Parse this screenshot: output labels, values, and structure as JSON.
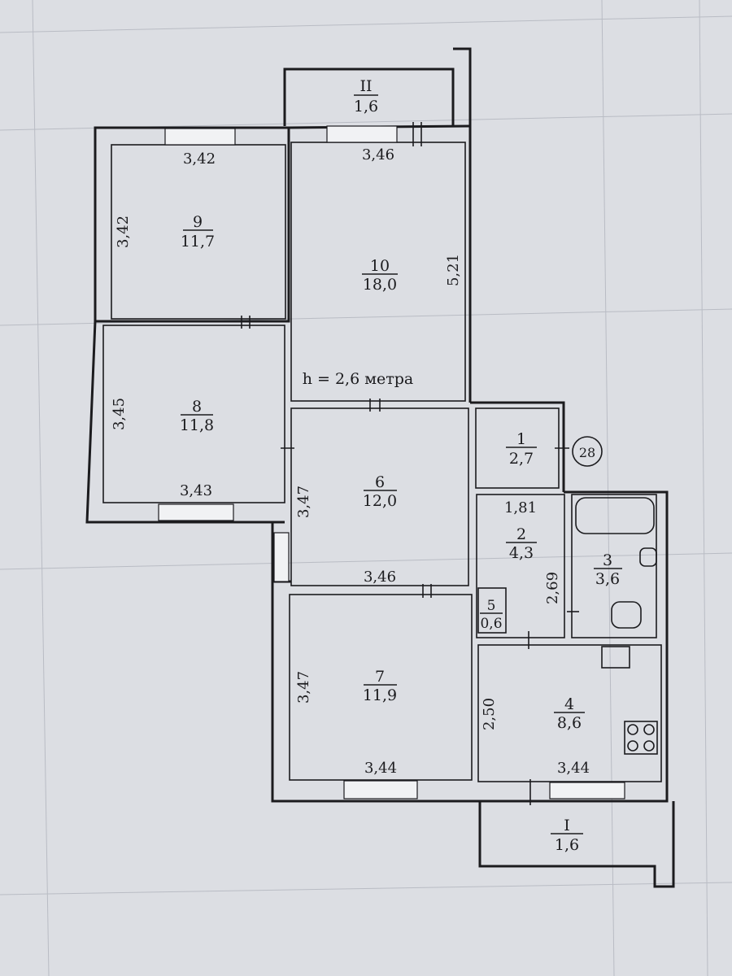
{
  "plan": {
    "ceiling_height": "h = 2,6 метра",
    "apartment_number": "28",
    "rooms": [
      {
        "id": "room-10",
        "number": "10",
        "area": "18,0"
      },
      {
        "id": "room-9",
        "number": "9",
        "area": "11,7"
      },
      {
        "id": "room-8",
        "number": "8",
        "area": "11,8"
      },
      {
        "id": "room-6",
        "number": "6",
        "area": "12,0"
      },
      {
        "id": "room-7",
        "number": "7",
        "area": "11,9"
      },
      {
        "id": "room-1",
        "number": "1",
        "area": "2,7"
      },
      {
        "id": "room-2",
        "number": "2",
        "area": "4,3"
      },
      {
        "id": "room-3",
        "number": "3",
        "area": "3,6"
      },
      {
        "id": "room-4",
        "number": "4",
        "area": "8,6"
      },
      {
        "id": "room-5",
        "number": "5",
        "area": "0,6"
      },
      {
        "id": "balcony-II",
        "number": "II",
        "area": "1,6"
      },
      {
        "id": "balcony-I",
        "number": "I",
        "area": "1,6"
      }
    ],
    "dimensions": [
      {
        "id": "dim-9-top",
        "value": "3,42"
      },
      {
        "id": "dim-9-left",
        "value": "3,42"
      },
      {
        "id": "dim-10-top",
        "value": "3,46"
      },
      {
        "id": "dim-10-right",
        "value": "5,21"
      },
      {
        "id": "dim-8-left",
        "value": "3,45"
      },
      {
        "id": "dim-8-bottom",
        "value": "3,43"
      },
      {
        "id": "dim-6-left",
        "value": "3,47"
      },
      {
        "id": "dim-6-bottom",
        "value": "3,46"
      },
      {
        "id": "dim-7-left",
        "value": "3,47"
      },
      {
        "id": "dim-7-bottom",
        "value": "3,44"
      },
      {
        "id": "dim-2-top",
        "value": "1,81"
      },
      {
        "id": "dim-2-right",
        "value": "2,69"
      },
      {
        "id": "dim-4-left",
        "value": "2,50"
      },
      {
        "id": "dim-4-bottom",
        "value": "3,44"
      }
    ]
  },
  "colors": {
    "ink": "#1b1b1e",
    "paper": "#dcdee3",
    "window": "#f1f2f4"
  }
}
